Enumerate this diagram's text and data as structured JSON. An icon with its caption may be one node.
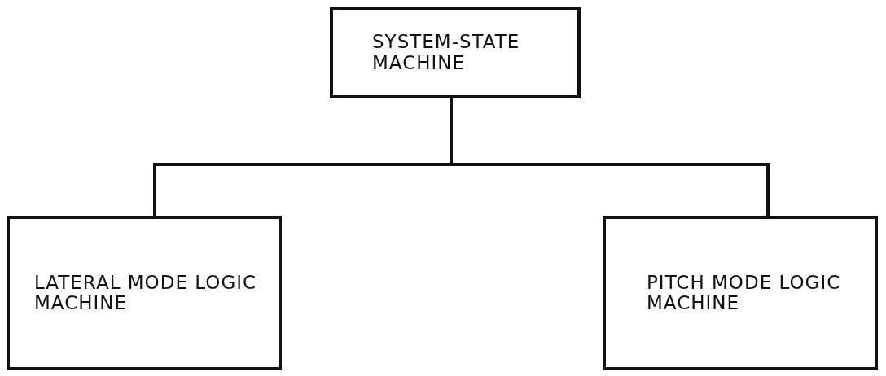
{
  "diagram": {
    "nodes": [
      {
        "text": [
          "SYSTEM-STATE MACHINE"
        ]
      },
      {
        "text": [
          "LATERAL MODE LOGIC MACHINE"
        ]
      },
      {
        "text": [
          "PITCH MODE LOGIC MACHINE"
        ]
      }
    ],
    "edges": [
      {
        "from": 0,
        "to": 1,
        "arrow": "none"
      },
      {
        "from": 0,
        "to": 2,
        "arrow": "none"
      }
    ]
  }
}
